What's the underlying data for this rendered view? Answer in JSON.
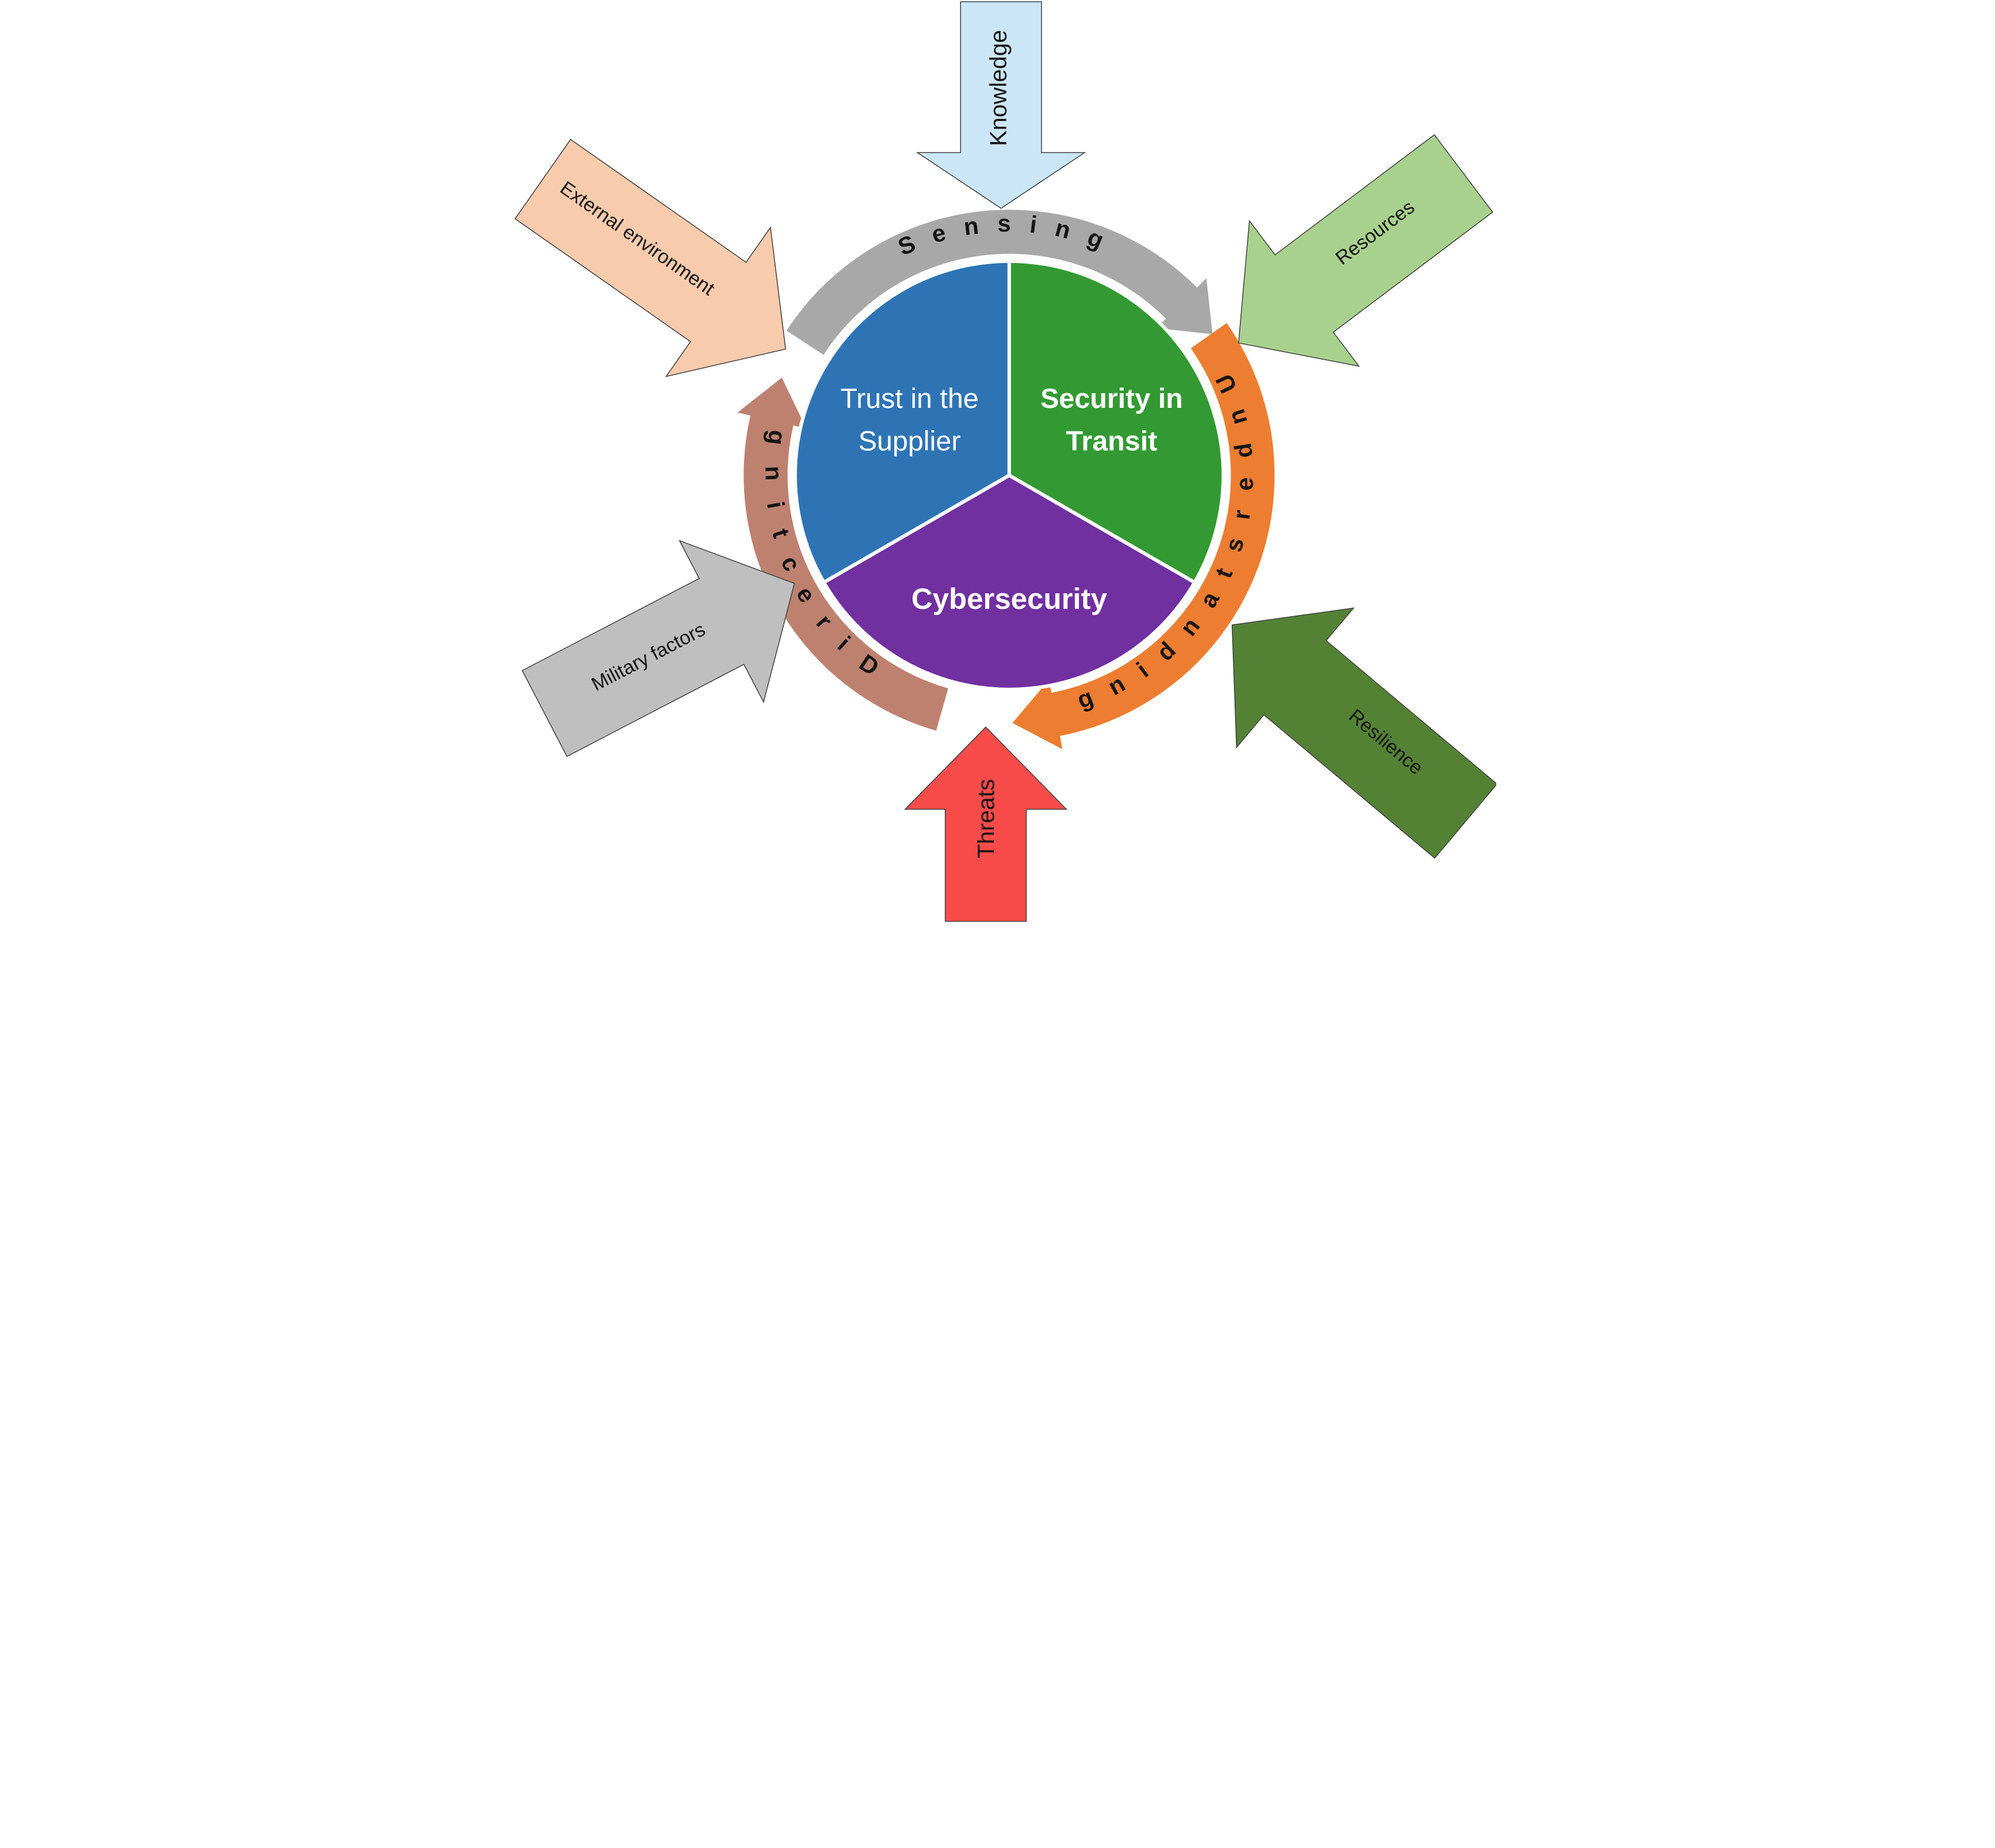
{
  "diagram": {
    "title_hint": "Sense–Understand–Direct cycle around three security domains",
    "core": {
      "segments": [
        {
          "label": "Trust in the Supplier",
          "label_lines": [
            "Trust in the",
            "Supplier"
          ],
          "color": "#2E74B5"
        },
        {
          "label": "Security in Transit",
          "label_lines": [
            "Security in",
            "Transit"
          ],
          "color": "#339933"
        },
        {
          "label": "Cybersecurity",
          "label_lines": [
            "Cybersecurity"
          ],
          "color": "#7030A0"
        }
      ]
    },
    "cycle": [
      {
        "label": "Sensing",
        "color": "#A8A8A8",
        "position": "top",
        "flow": "clockwise"
      },
      {
        "label": "Understanding",
        "color": "#ED7D31",
        "position": "right",
        "flow": "clockwise"
      },
      {
        "label": "Directing",
        "color": "#BE8170",
        "position": "left",
        "flow": "clockwise"
      }
    ],
    "inputs": [
      {
        "label": "Knowledge",
        "color": "#CBE6F7",
        "direction": "down",
        "from": "top"
      },
      {
        "label": "Resources",
        "color": "#A9D18E",
        "direction": "down-left",
        "from": "top-right"
      },
      {
        "label": "Resilience",
        "color": "#548235",
        "direction": "up-left",
        "from": "bottom-right"
      },
      {
        "label": "Threats",
        "color": "#FA4B4B",
        "direction": "up",
        "from": "bottom"
      },
      {
        "label": "Military factors",
        "color": "#BFBFBF",
        "direction": "up-right",
        "from": "bottom-left"
      },
      {
        "label": "External environment",
        "color": "#F8CBAD",
        "direction": "down-right",
        "from": "top-left"
      }
    ]
  }
}
